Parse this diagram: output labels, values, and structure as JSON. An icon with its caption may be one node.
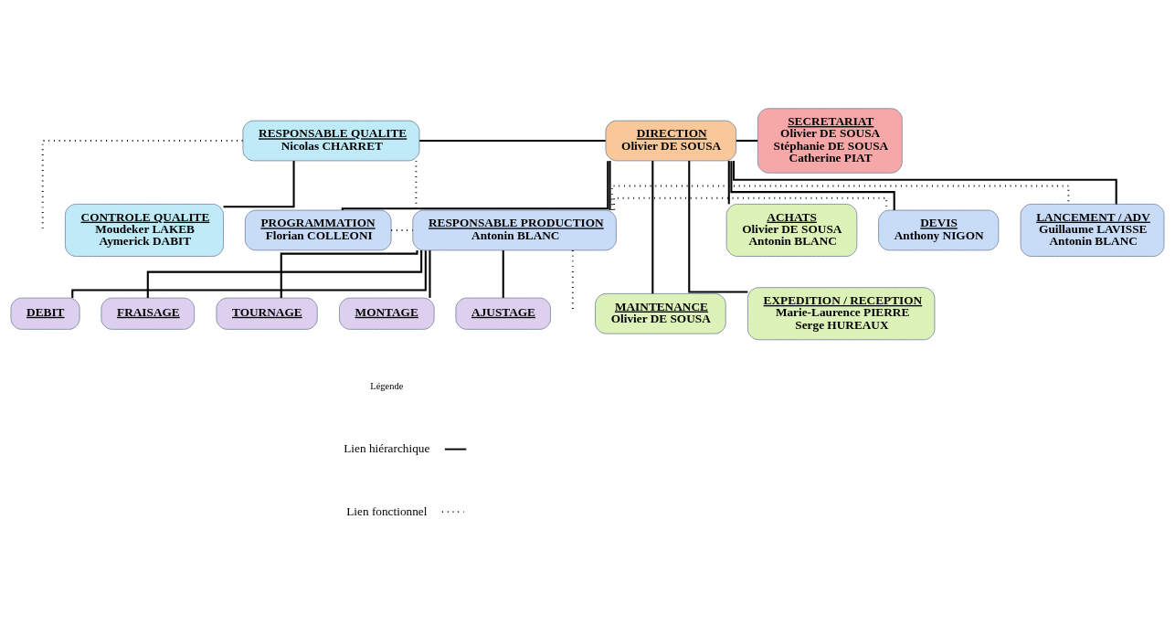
{
  "diagram": {
    "nodes": [
      {
        "text": [
          "RESPONSABLE QUALITE",
          "Nicolas CHARRET"
        ]
      },
      {
        "text": [
          "DIRECTION",
          "Olivier DE SOUSA"
        ]
      },
      {
        "text": [
          "SECRETARIAT",
          "Olivier DE SOUSA",
          "Stéphanie DE SOUSA",
          "Catherine PIAT"
        ]
      },
      {
        "text": [
          "CONTROLE QUALITE",
          "Moudeker LAKEB",
          "Aymerick DABIT"
        ]
      },
      {
        "text": [
          "PROGRAMMATION",
          "Florian COLLEONI"
        ]
      },
      {
        "text": [
          "RESPONSABLE PRODUCTION",
          "Antonin BLANC"
        ]
      },
      {
        "text": [
          "LANCEMENT / ADV",
          "Guillaume LAVISSE",
          "Antonin BLANC"
        ]
      },
      {
        "text": [
          "DEVIS",
          "Anthony NIGON"
        ]
      },
      {
        "text": [
          "DEBIT"
        ]
      },
      {
        "text": [
          "FRAISAGE"
        ]
      },
      {
        "text": [
          "TOURNAGE"
        ]
      },
      {
        "text": [
          "MAINTENANCE",
          "Olivier DE SOUSA"
        ]
      },
      {
        "text": [
          "EXPEDITION / RECEPTION",
          "Marie-Laurence PIERRE",
          "Serge HUREAUX"
        ]
      },
      {
        "text": [
          "MONTAGE"
        ]
      },
      {
        "text": [
          "AJUSTAGE"
        ]
      },
      {
        "text": [
          "ACHATS",
          "Olivier DE SOUSA",
          "Antonin BLANC"
        ]
      }
    ],
    "edges": [
      {
        "from": 0,
        "to": 1,
        "arrow": "none"
      },
      {
        "from": 1,
        "to": 2,
        "arrow": "none"
      },
      {
        "from": 0,
        "to": 3,
        "arrow": "none"
      },
      {
        "from": 0,
        "to": 5,
        "arrow": "none",
        "style": "dashed"
      },
      {
        "from": 1,
        "to": 4,
        "arrow": "none"
      },
      {
        "from": 1,
        "to": 5,
        "arrow": "none"
      },
      {
        "from": 1,
        "to": 6,
        "arrow": "none"
      },
      {
        "from": 1,
        "to": 7,
        "arrow": "none"
      },
      {
        "from": 1,
        "to": 11,
        "arrow": "none"
      },
      {
        "from": 1,
        "to": 12,
        "arrow": "none"
      },
      {
        "from": 1,
        "to": 15,
        "arrow": "none"
      },
      {
        "from": 0,
        "to": null,
        "arrow": "none",
        "style": "dashed"
      },
      {
        "from": 5,
        "to": 7,
        "arrow": "none",
        "style": "dashed"
      },
      {
        "from": 5,
        "to": null,
        "arrow": "none",
        "style": "dashed"
      },
      {
        "from": 4,
        "to": 5,
        "arrow": "none",
        "style": "dashed"
      },
      {
        "from": 5,
        "to": 6,
        "arrow": "none",
        "style": "dashed"
      },
      {
        "from": 5,
        "to": 8,
        "arrow": "none"
      },
      {
        "from": 5,
        "to": 9,
        "arrow": "none"
      },
      {
        "from": 5,
        "to": 10,
        "arrow": "none"
      },
      {
        "from": 5,
        "to": 13,
        "arrow": "none"
      },
      {
        "from": 5,
        "to": 14,
        "arrow": "none"
      }
    ],
    "labels": [
      "Légende"
    ],
    "legend": [
      {
        "text": "Lien hiérarchique"
      },
      {
        "text": "Lien fonctionnel"
      }
    ]
  }
}
